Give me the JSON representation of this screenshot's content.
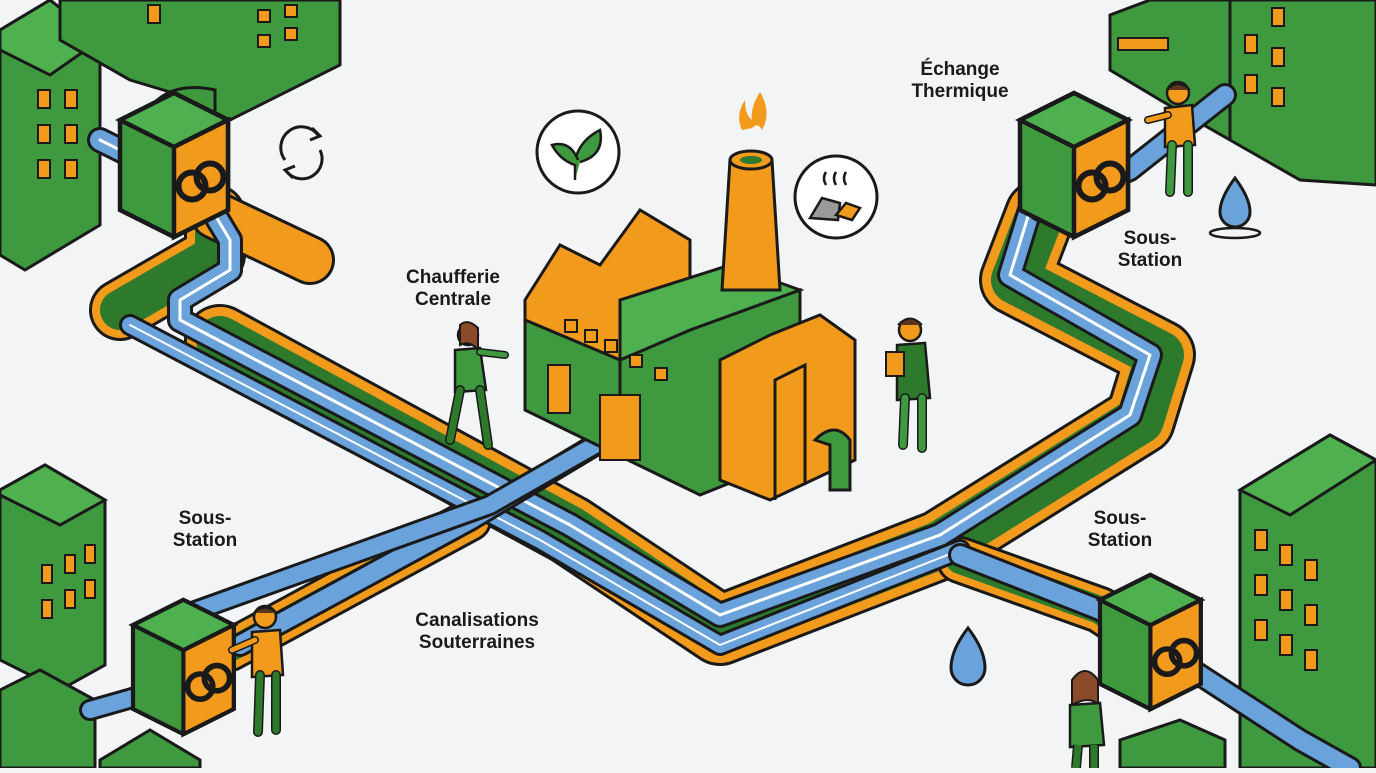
{
  "labels": {
    "chaufferie": [
      "Chaufferie",
      "Centrale"
    ],
    "echange": [
      "Échange",
      "Thermique"
    ],
    "sous_station_right_top": [
      "Sous-",
      "Station"
    ],
    "sous_station_left": [
      "Sous-",
      "Station"
    ],
    "sous_station_right_bottom": [
      "Sous-",
      "Station"
    ],
    "canalisations": [
      "Canalisations",
      "Souterraines"
    ]
  },
  "colors": {
    "green": "#3f9a3f",
    "dark_green": "#2d7a2d",
    "orange": "#f29a1c",
    "pipe_blue": "#6aa2dc",
    "outline": "#1a1a1a",
    "background": "#f3f4f6"
  },
  "icons": [
    "leaf-icon",
    "coal-icon",
    "recycle-icon",
    "water-drop-icon",
    "flame-icon"
  ]
}
